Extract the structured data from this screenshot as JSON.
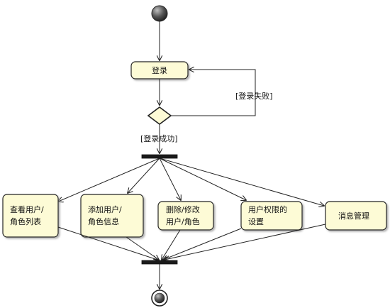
{
  "diagram": {
    "nodes": {
      "login": "登录",
      "view_users": [
        "查看用户/",
        "角色列表"
      ],
      "add_users": [
        "添加用户/",
        "角色信息"
      ],
      "delete_modify": [
        "删除/修改",
        "用户/角色"
      ],
      "permissions": [
        "用户权限的",
        "设置"
      ],
      "messages": "消息管理"
    },
    "guards": {
      "login_failed": "[登录失败]",
      "login_success": "[登录成功]"
    },
    "colors": {
      "action_fill": "#fdfbd6",
      "decision_fill": "#fdfbd6",
      "bar_fill": "#1a1a1a",
      "line": "#222222"
    }
  }
}
